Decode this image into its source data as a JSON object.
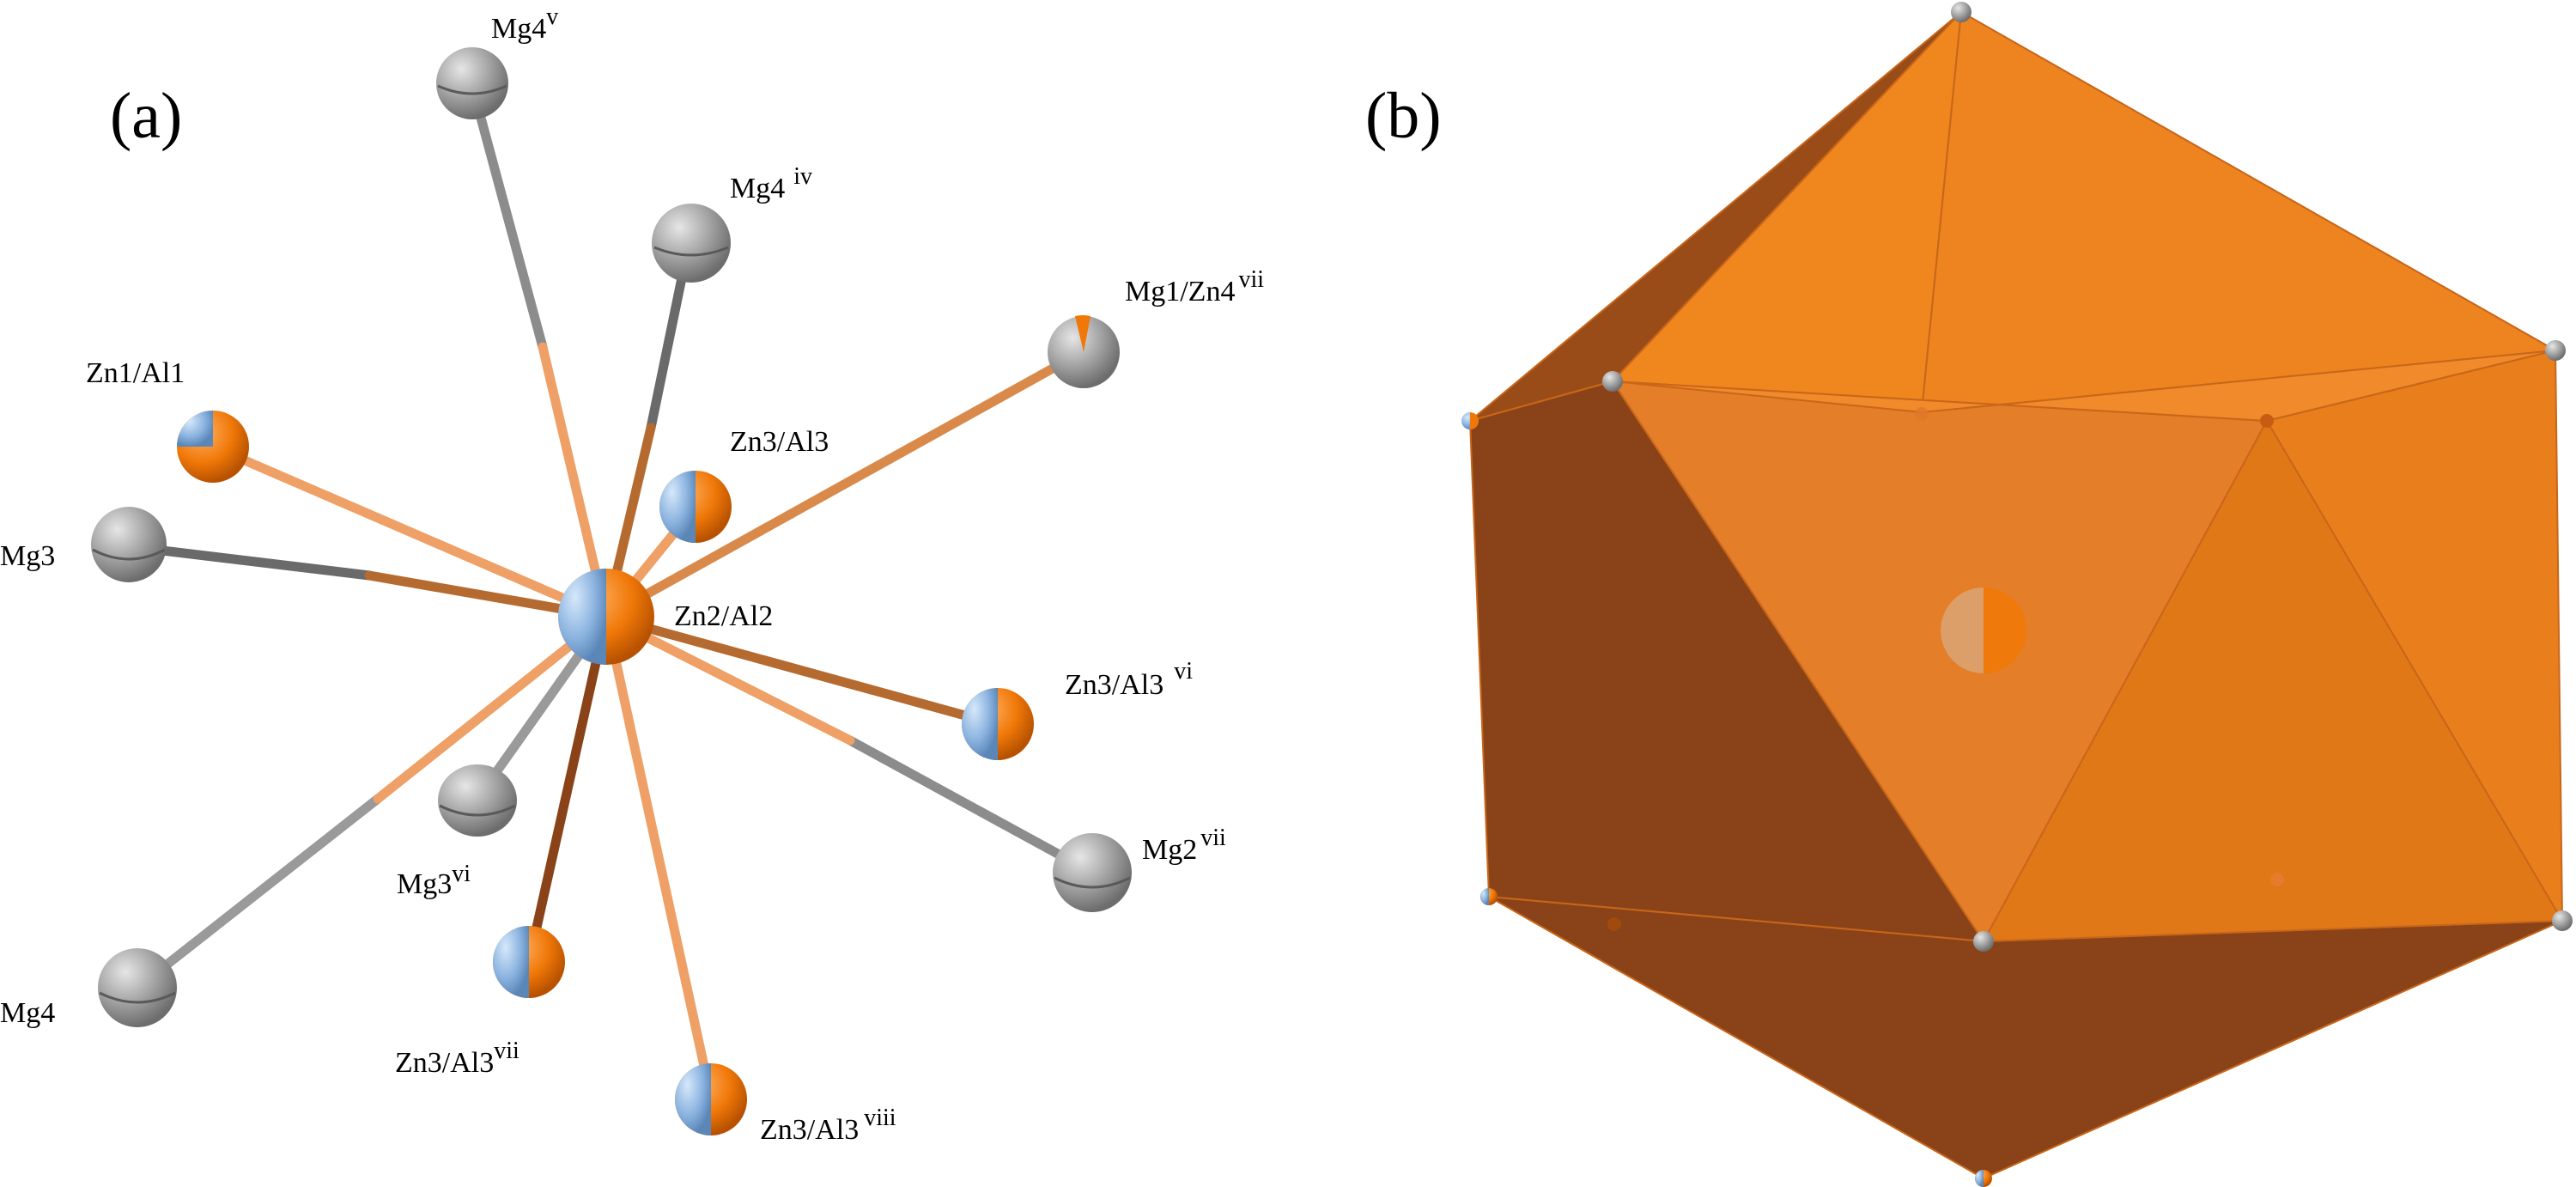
{
  "panel_a": {
    "label": "(a)",
    "center_label": "Zn2/Al2",
    "atoms": [
      {
        "id": "mg4v",
        "kind": "grey",
        "label": "Mg4",
        "sup": "v"
      },
      {
        "id": "mg4iv",
        "kind": "grey",
        "label": "Mg4",
        "sup": "iv"
      },
      {
        "id": "mg1zn4",
        "kind": "mg1",
        "label": "Mg1/Zn4",
        "sup": "vii"
      },
      {
        "id": "zn1al1",
        "kind": "mixed",
        "label": "Zn1/Al1",
        "sup": ""
      },
      {
        "id": "zn3al3a",
        "kind": "mixed",
        "label": "Zn3/Al3",
        "sup": ""
      },
      {
        "id": "mg3",
        "kind": "grey",
        "label": "Mg3",
        "sup": ""
      },
      {
        "id": "zn3al3vi",
        "kind": "mixed",
        "label": "Zn3/Al3",
        "sup": "vi"
      },
      {
        "id": "mg3vi",
        "kind": "grey",
        "label": "Mg3",
        "sup": "vi"
      },
      {
        "id": "mg2vii",
        "kind": "grey",
        "label": "Mg2",
        "sup": "vii"
      },
      {
        "id": "mg4",
        "kind": "grey",
        "label": "Mg4",
        "sup": ""
      },
      {
        "id": "zn3al3vii",
        "kind": "mixed",
        "label": "Zn3/Al3",
        "sup": "vii"
      },
      {
        "id": "zn3al3viii",
        "kind": "mixed",
        "label": "Zn3/Al3",
        "sup": "viii"
      }
    ]
  },
  "panel_b": {
    "label": "(b)"
  },
  "colors": {
    "orange": "#f0780a",
    "blue": "#8fb7e2",
    "grey": "#9a9a9a",
    "bond_orange": "#eea066",
    "bond_grey": "#8c8c8c",
    "poly_light": "#f08a24",
    "poly_mid": "#e07a1c",
    "poly_dark": "#8a4318"
  }
}
